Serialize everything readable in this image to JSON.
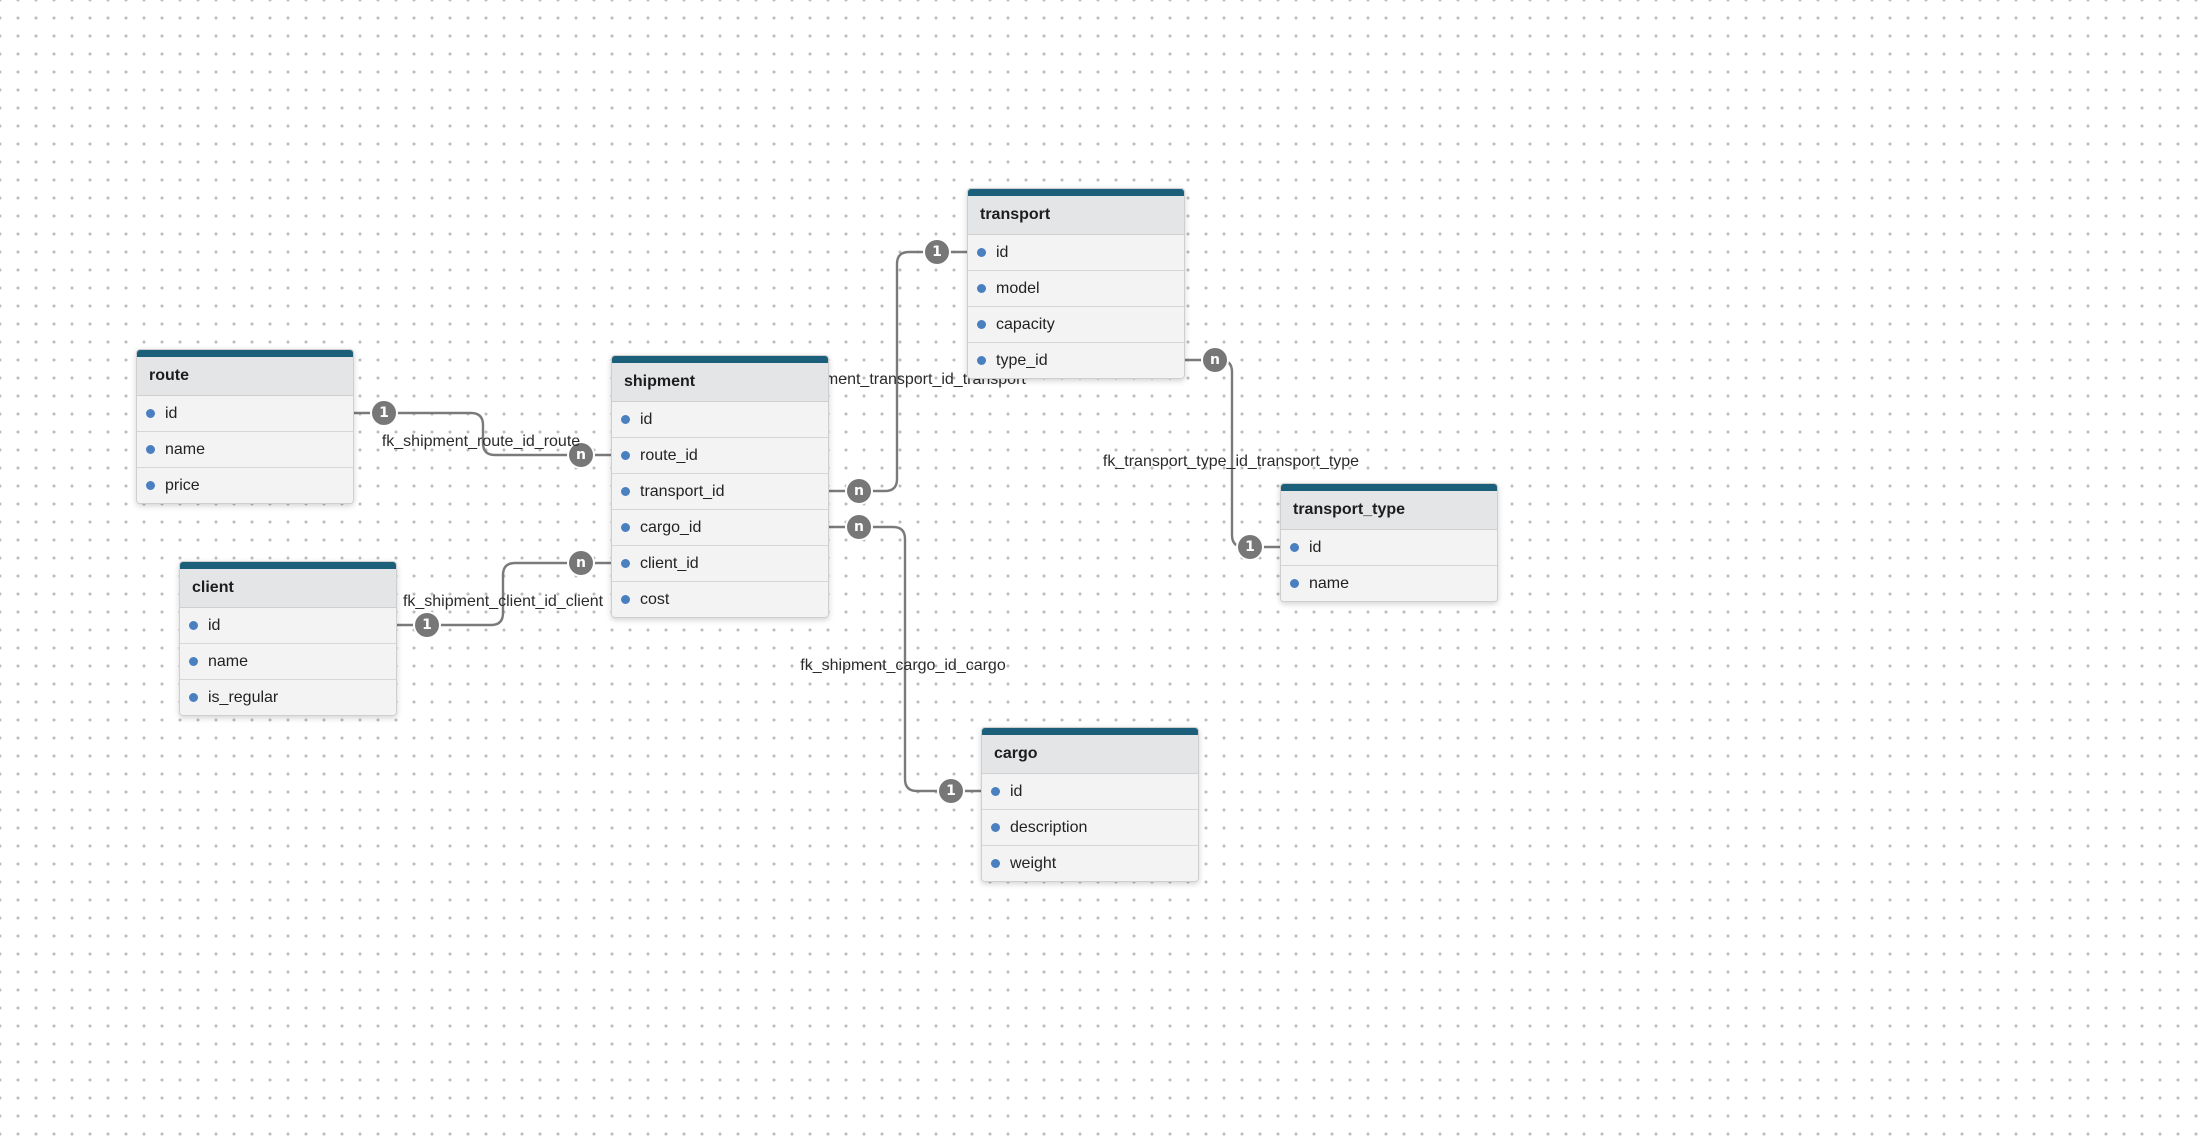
{
  "tables": [
    {
      "key": "route",
      "title": "route",
      "fields": [
        "id",
        "name",
        "price"
      ]
    },
    {
      "key": "shipment",
      "title": "shipment",
      "fields": [
        "id",
        "route_id",
        "transport_id",
        "cargo_id",
        "client_id",
        "cost"
      ]
    },
    {
      "key": "client",
      "title": "client",
      "fields": [
        "id",
        "name",
        "is_regular"
      ]
    },
    {
      "key": "transport",
      "title": "transport",
      "fields": [
        "id",
        "model",
        "capacity",
        "type_id"
      ]
    },
    {
      "key": "transport_type",
      "title": "transport_type",
      "fields": [
        "id",
        "name"
      ]
    },
    {
      "key": "cargo",
      "title": "cargo",
      "fields": [
        "id",
        "description",
        "weight"
      ]
    }
  ],
  "relations": [
    {
      "key": "route",
      "label": "fk_shipment_route_id_route",
      "from_table": "shipment",
      "from_field": "route_id",
      "from_card": "n",
      "to_table": "route",
      "to_field": "id",
      "to_card": "1"
    },
    {
      "key": "transport",
      "label": "fk_shipment_transport_id_transport",
      "from_table": "shipment",
      "from_field": "transport_id",
      "from_card": "n",
      "to_table": "transport",
      "to_field": "id",
      "to_card": "1"
    },
    {
      "key": "cargo",
      "label": "fk_shipment_cargo_id_cargo",
      "from_table": "shipment",
      "from_field": "cargo_id",
      "from_card": "n",
      "to_table": "cargo",
      "to_field": "id",
      "to_card": "1"
    },
    {
      "key": "client",
      "label": "fk_shipment_client_id_client",
      "from_table": "shipment",
      "from_field": "client_id",
      "from_card": "n",
      "to_table": "client",
      "to_field": "id",
      "to_card": "1"
    },
    {
      "key": "transport_type",
      "label": "fk_transport_type_id_transport_type",
      "from_table": "transport",
      "from_field": "type_id",
      "from_card": "n",
      "to_table": "transport_type",
      "to_field": "id",
      "to_card": "1"
    }
  ],
  "colors": {
    "table_accent": "#1b5f7a",
    "field_dot": "#4a7fc0",
    "edge": "#7a7a7a",
    "badge": "#777777"
  }
}
